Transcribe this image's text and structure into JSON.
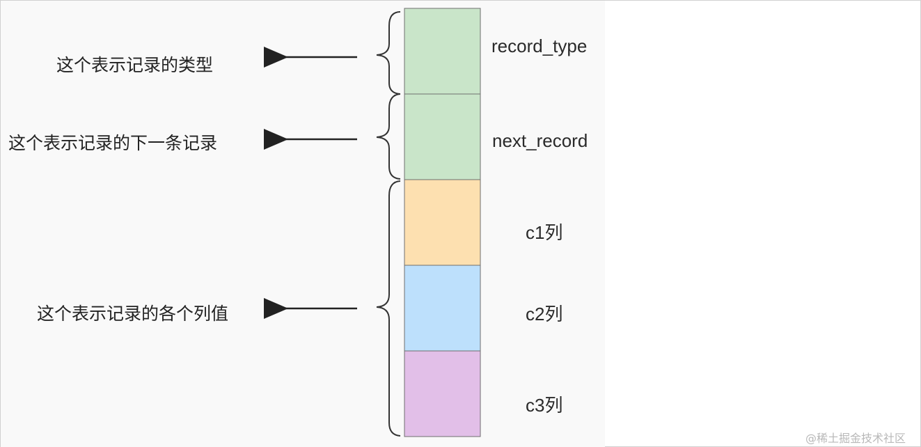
{
  "colors": {
    "green": "#c9e5c9",
    "orange": "#fde0b0",
    "blue": "#bde0fc",
    "purple": "#e2bfe8",
    "stroke": "#6e6e6e",
    "arrow": "#222222"
  },
  "segments": [
    {
      "color_key": "green",
      "label": "record_type"
    },
    {
      "color_key": "green",
      "label": "next_record"
    },
    {
      "color_key": "orange",
      "label": "c1列"
    },
    {
      "color_key": "blue",
      "label": "c2列"
    },
    {
      "color_key": "purple",
      "label": "c3列"
    }
  ],
  "annotations": [
    {
      "text": "这个表示记录的类型"
    },
    {
      "text": "这个表示记录的下一条记录"
    },
    {
      "text": "这个表示记录的各个列值"
    }
  ],
  "watermark": "@稀土掘金技术社区"
}
